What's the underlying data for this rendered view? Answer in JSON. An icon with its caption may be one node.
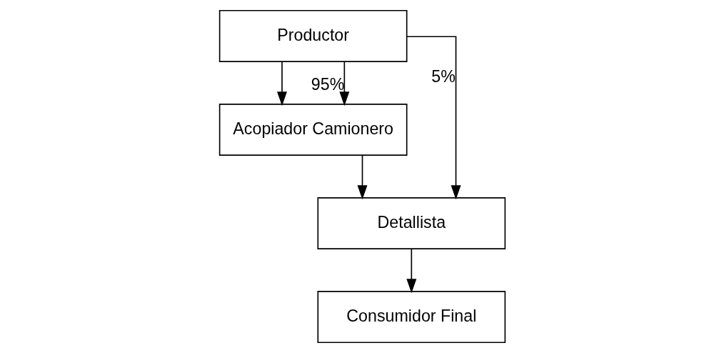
{
  "diagram": {
    "nodes": [
      {
        "text": [
          "Productor"
        ]
      },
      {
        "text": [
          "Acopiador Camionero"
        ]
      },
      {
        "text": [
          "Detallista"
        ]
      },
      {
        "text": [
          "Consumidor Final"
        ]
      }
    ],
    "edges": [
      {
        "from": 0,
        "to": 1,
        "arrow": "to"
      },
      {
        "from": 1,
        "to": 2,
        "arrow": "to"
      },
      {
        "from": 2,
        "to": 3,
        "arrow": "to"
      },
      {
        "from": 0,
        "to": 2,
        "arrow": "to",
        "label": "5%"
      },
      {
        "from": 0,
        "to": 1,
        "arrow": "to",
        "label": "95%"
      }
    ]
  }
}
